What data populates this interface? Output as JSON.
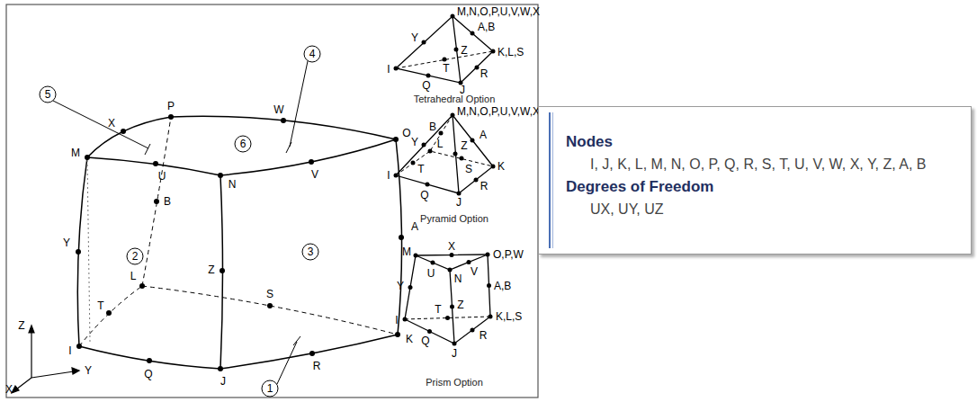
{
  "diagram": {
    "nodes": [
      {
        "text": [
          "Nodes",
          "I, J, K, L, M, N, O, P, Q, R, S, T, U, V, W, X, Y, Z, A, B",
          "Degrees of Freedom",
          "UX, UY, UZ"
        ]
      }
    ],
    "labels": [
      "5",
      "M",
      "X",
      "P",
      "W",
      "4",
      "O",
      "U",
      "6",
      "B",
      "N",
      "V",
      "Y",
      "2",
      "3",
      "A",
      "T",
      "L",
      "Z",
      "S",
      "I",
      "Q",
      "J",
      "R",
      "K",
      "1",
      "Z",
      "Y",
      "X",
      "M,N,O,P,U,V,W,X",
      "Y",
      "A,B",
      "Z",
      "K,L,S",
      "T",
      "I",
      "Q",
      "J",
      "R",
      "Tetrahedral Option",
      "M,N,O,P,U,V,W,X",
      "Y",
      "B",
      "A",
      "Z",
      "T",
      "L",
      "S",
      "K",
      "I",
      "Q",
      "J",
      "R",
      "Pyramid Option",
      "M",
      "X",
      "O,P,W",
      "Y",
      "U",
      "N",
      "V",
      "A,B",
      "I",
      "T",
      "Z",
      "K,L,S",
      "Q",
      "J",
      "R",
      "Prism Option"
    ]
  }
}
